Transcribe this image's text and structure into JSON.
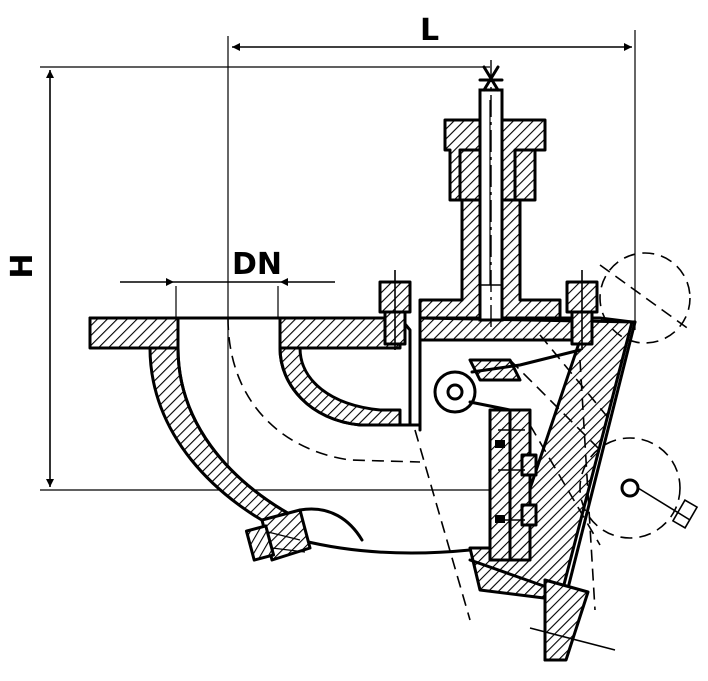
{
  "labels": {
    "length": "L",
    "height": "H",
    "nominal_diameter": "DN"
  }
}
